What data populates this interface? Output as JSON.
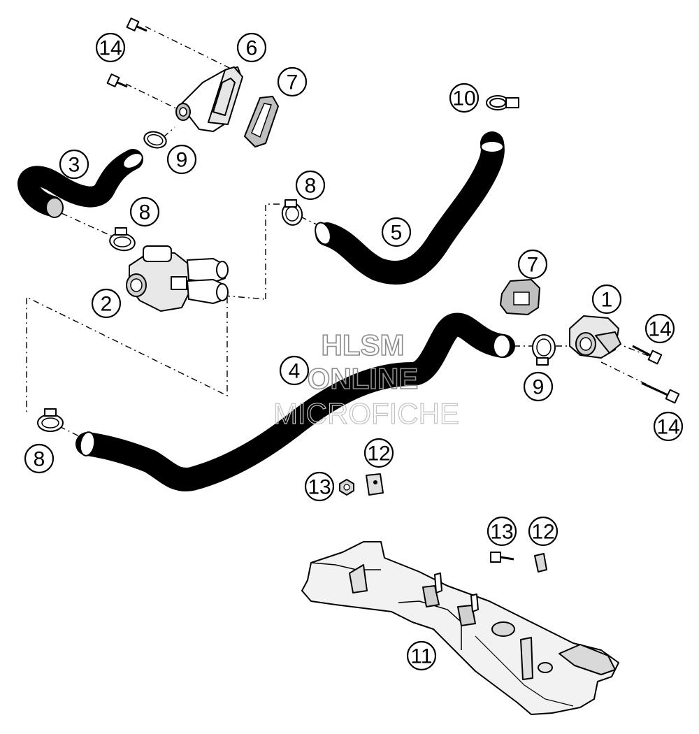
{
  "diagram": {
    "callouts": [
      "1",
      "2",
      "3",
      "4",
      "5",
      "6",
      "7",
      "7",
      "8",
      "8",
      "8",
      "9",
      "9",
      "10",
      "11",
      "12",
      "12",
      "13",
      "13",
      "14",
      "14",
      "14"
    ]
  },
  "watermark": {
    "line1": "HLSM",
    "line2": "ONLINE",
    "line3": "MICROFICHE"
  }
}
